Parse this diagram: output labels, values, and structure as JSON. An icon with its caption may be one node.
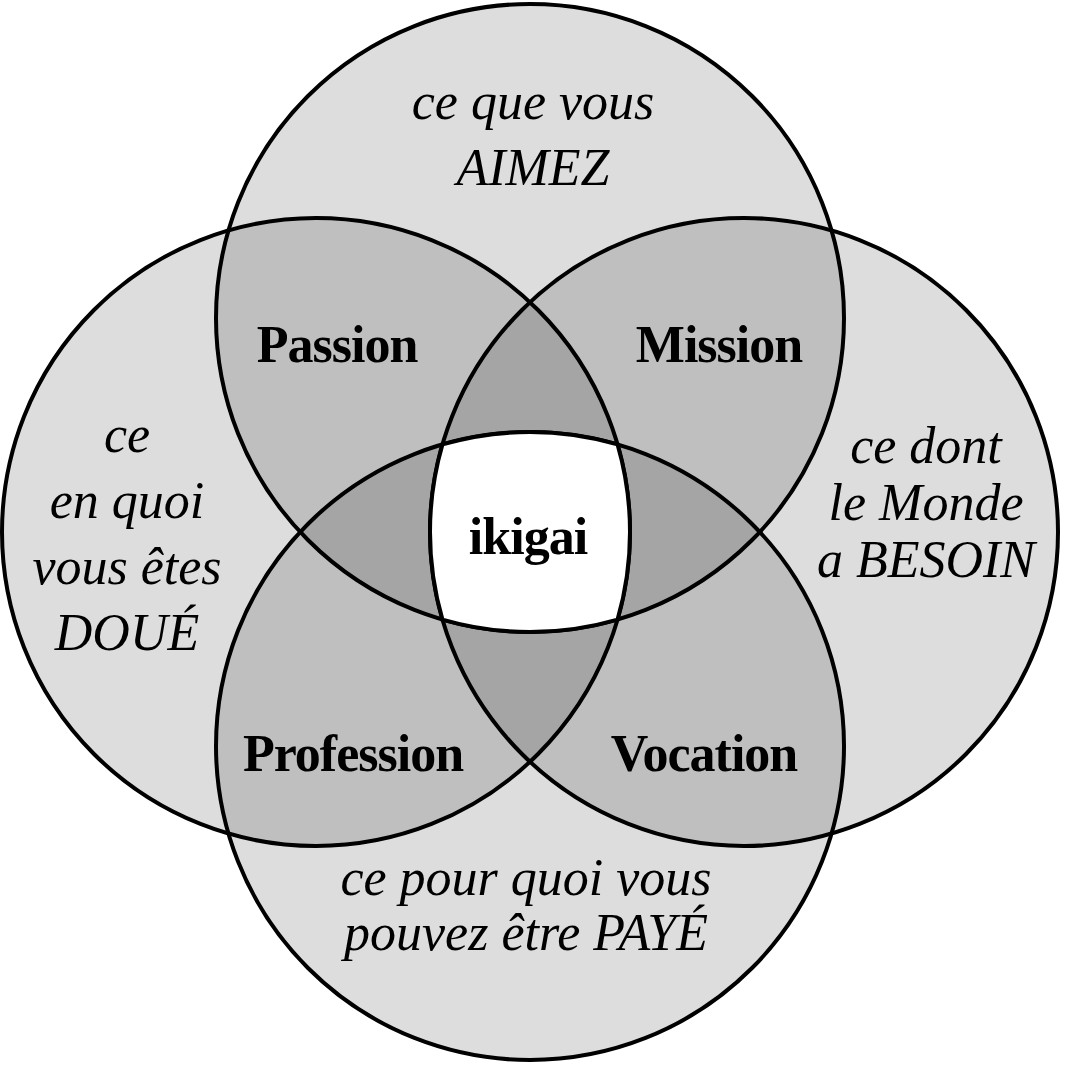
{
  "diagram": {
    "nodes": [
      {
        "text": [
          "ce que vous AIMEZ"
        ]
      },
      {
        "text": [
          "ce en quoi vous êtes DOUÉ"
        ]
      },
      {
        "text": [
          "ce dont le Monde a BESOIN"
        ]
      },
      {
        "text": [
          "ce pour quoi vous pouvez être PAYÉ"
        ]
      }
    ],
    "labels": [
      "Passion",
      "Mission",
      "ikigai",
      "Profession",
      "Vocation"
    ]
  }
}
